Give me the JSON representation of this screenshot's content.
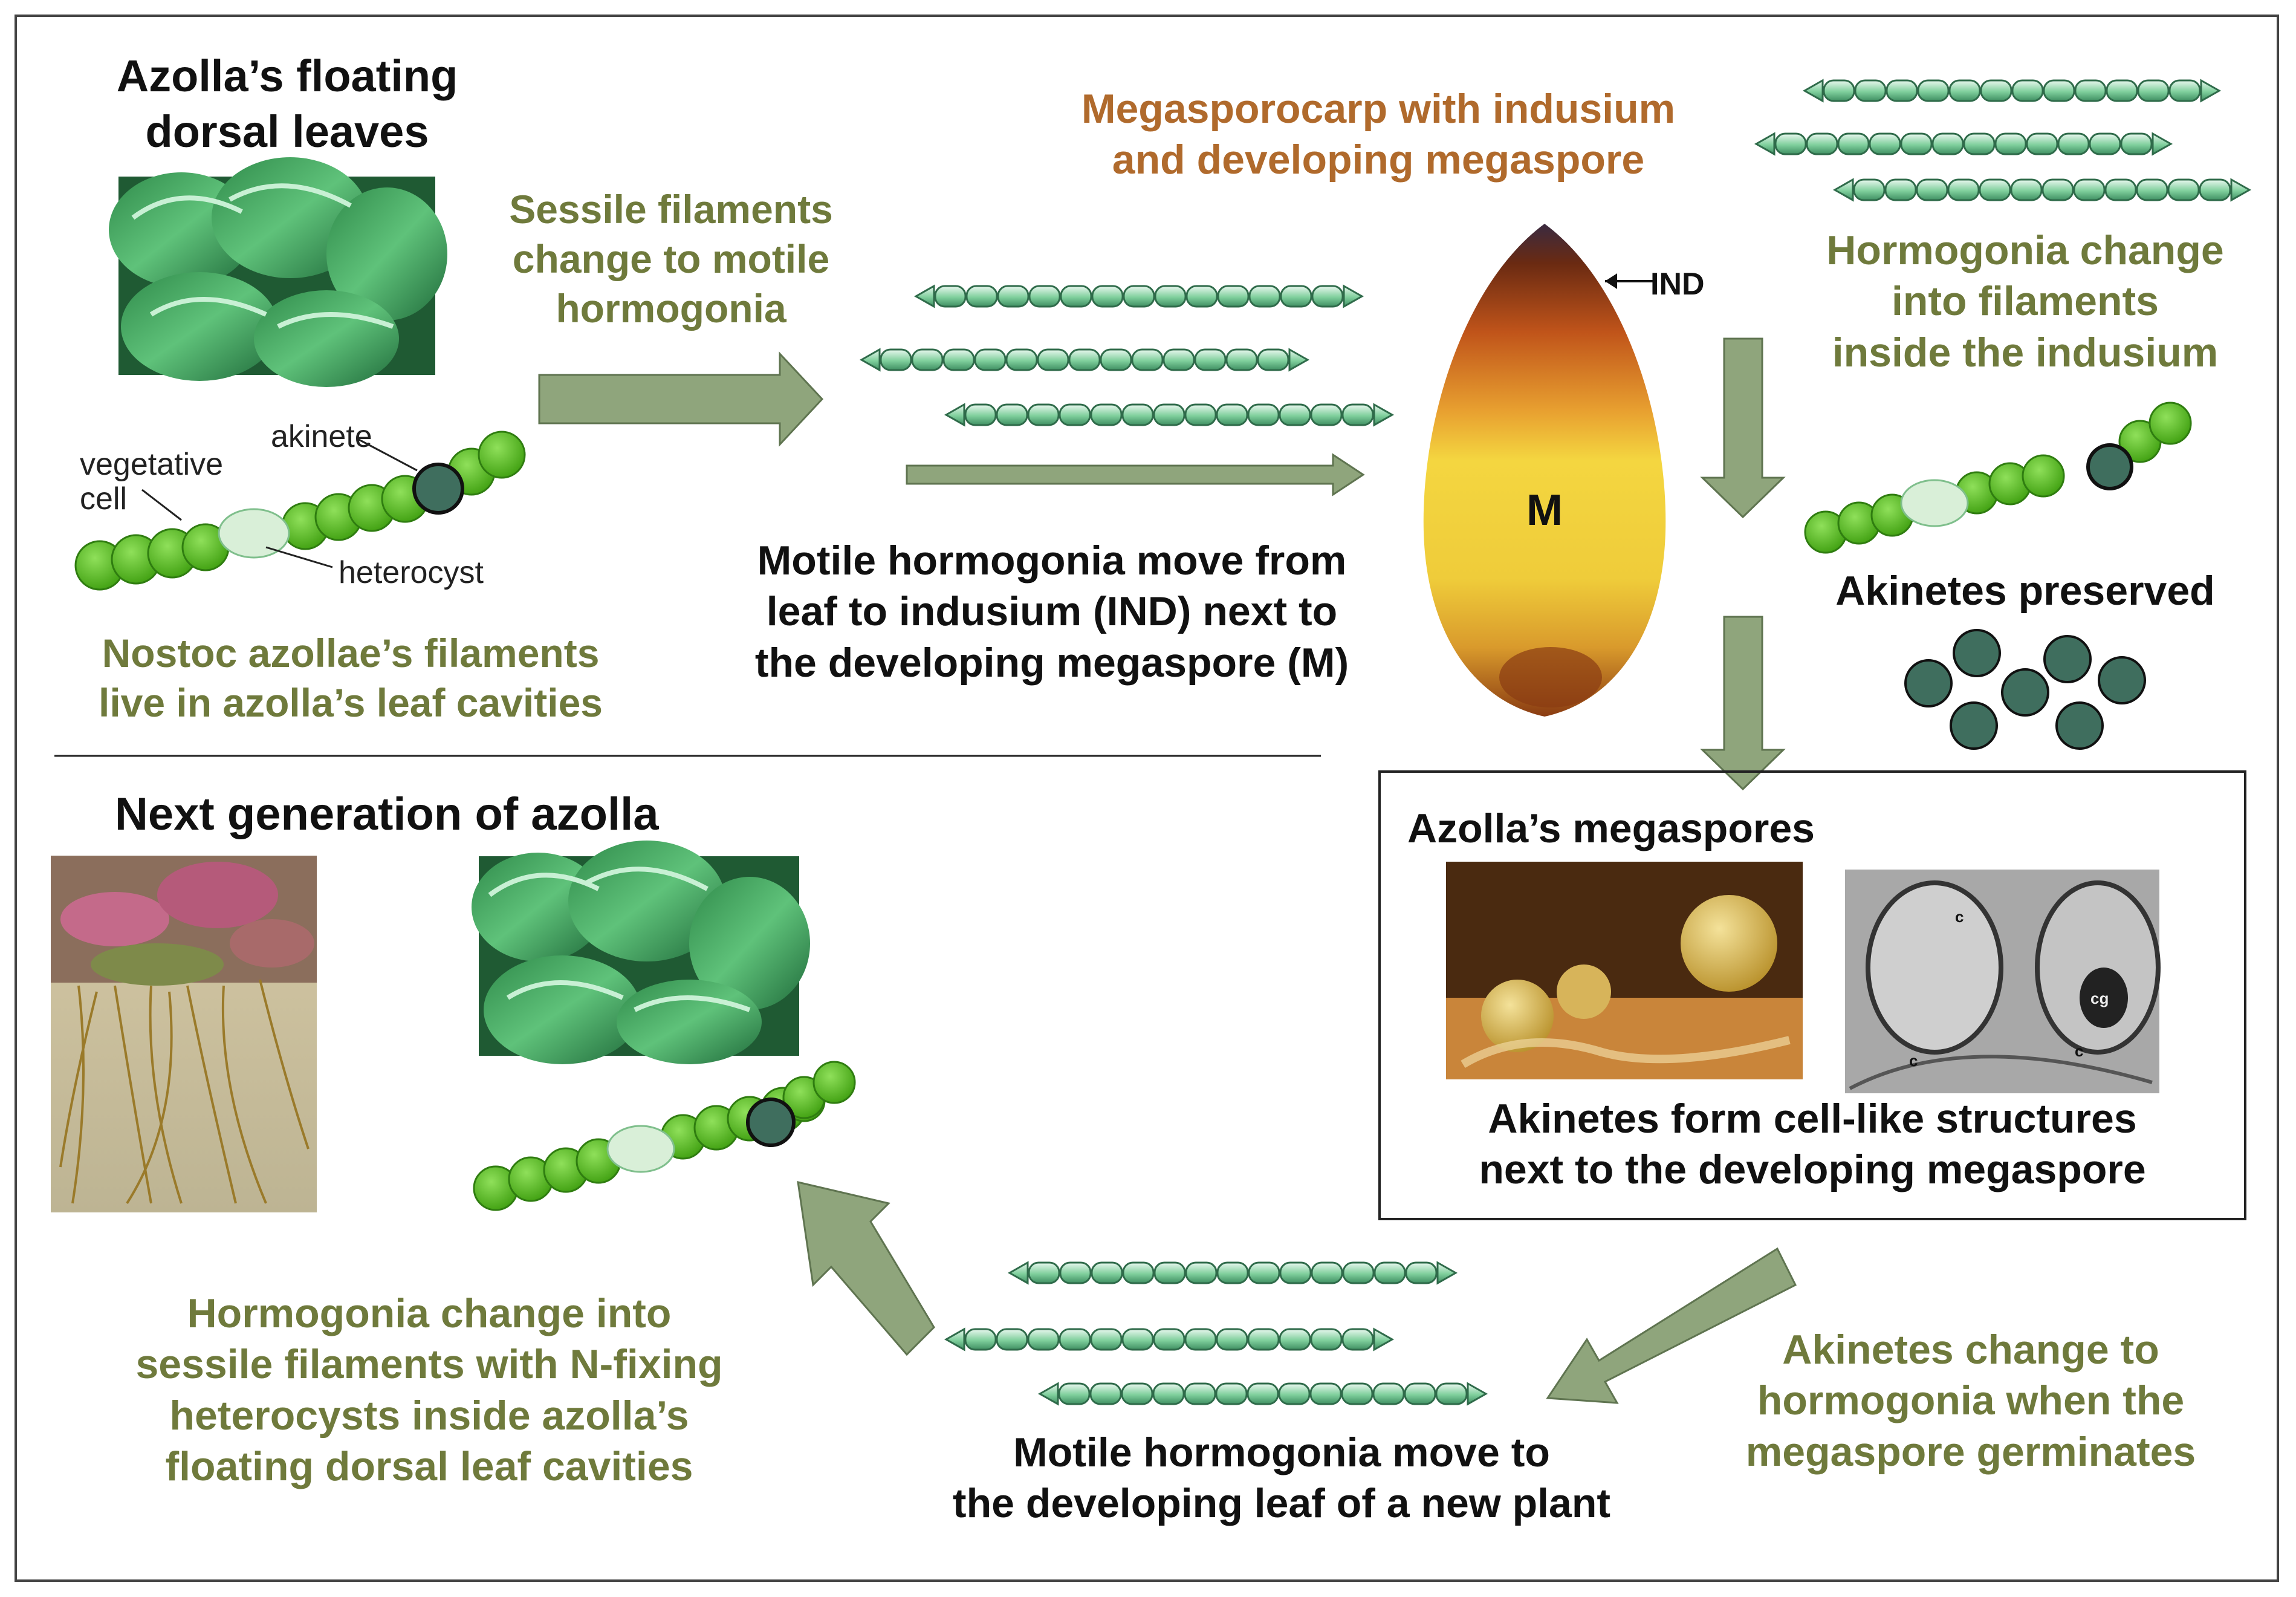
{
  "top_left": {
    "title_line1": "Azolla’s floating",
    "title_line2": "dorsal leaves",
    "filament_labels": {
      "akinete": "akinete",
      "vegetative_line1": "vegetative",
      "vegetative_line2": "cell",
      "heterocyst": "heterocyst"
    },
    "caption_line1": "Nostoc azollae’s filaments",
    "caption_line2": "live in azolla’s leaf cavities"
  },
  "step_sessile_to_motile": [
    "Sessile filaments",
    "change to motile",
    "hormogonia"
  ],
  "step_move_to_indusium": [
    "Motile hormogonia move from",
    "leaf to indusium (IND) next to",
    "the developing megaspore (M)"
  ],
  "megasporocarp": {
    "title": [
      "Megasporocarp with indusium",
      "and developing megaspore"
    ],
    "label_ind": "IND",
    "label_m": "M"
  },
  "step_change_inside_indusium": [
    "Hormogonia change",
    "into filaments",
    "inside the indusium"
  ],
  "akinetes_preserved": "Akinetes preserved",
  "megaspores_box": {
    "title": "Azolla’s megaspores",
    "micrograph_labels": {
      "c1": "c",
      "c2": "c",
      "c3": "c",
      "cg": "cg"
    },
    "caption": [
      "Akinetes form cell-like structures",
      "next to the developing megaspore"
    ]
  },
  "step_akinetes_to_hormogonia": [
    "Akinetes change to",
    "hormogonia when the",
    "megaspore germinates"
  ],
  "step_move_to_new_leaf": [
    "Motile hormogonia move to",
    "the developing leaf of a new plant"
  ],
  "next_generation": {
    "title": "Next generation of azolla",
    "caption": [
      "Hormogonia change into",
      "sessile filaments with N-fixing",
      "heterocysts inside azolla’s",
      "floating dorsal leaf cavities"
    ]
  },
  "colors": {
    "olive_text": "#6f7a3c",
    "brown_text": "#b06a2c",
    "arrow_fill": "#8fa57c",
    "cell_green": "#5cbf1e",
    "akinete_fill": "#3f6e5e",
    "heterocyst_fill": "#d9efd8"
  }
}
